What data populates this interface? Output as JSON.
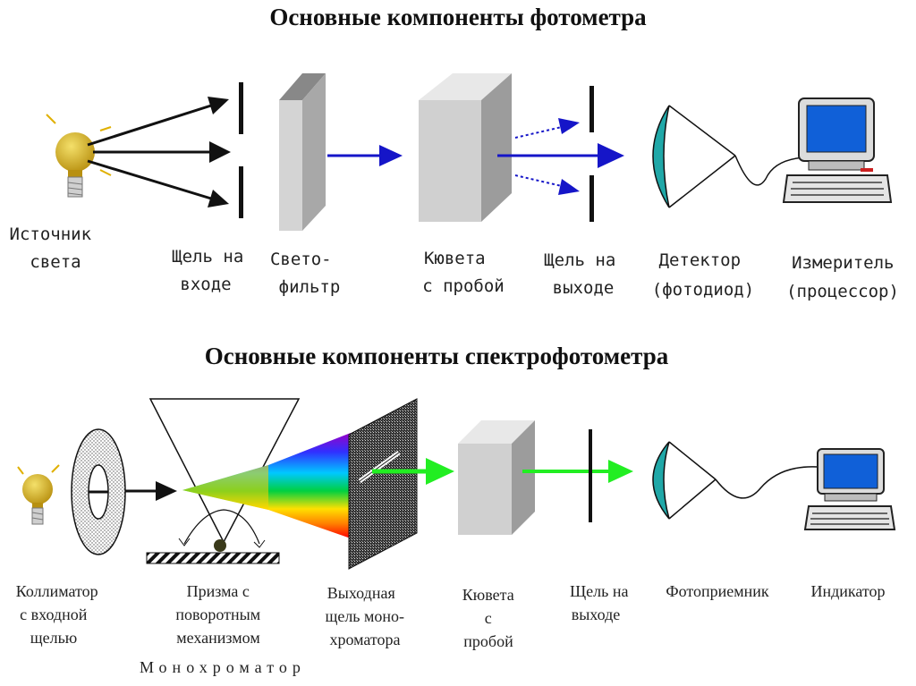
{
  "photometer": {
    "title": "Основные компоненты фотометра",
    "labels": {
      "source": [
        "Источник",
        "света"
      ],
      "entrance_slit": [
        "Щель на",
        "входе"
      ],
      "filter": [
        "Свето-",
        "фильтр"
      ],
      "cuvette": [
        "Кювета",
        "с пробой"
      ],
      "exit_slit": [
        "Щель на",
        "выходе"
      ],
      "detector": [
        "Детектор",
        "(фотодиод)"
      ],
      "meter": [
        "Измеритель",
        "(процессор)"
      ]
    }
  },
  "spectrophotometer": {
    "title": "Основные компоненты спектрофотометра",
    "labels": {
      "collimator": [
        "Коллиматор",
        "с входной",
        "щелью"
      ],
      "prism": [
        "Призма с",
        "поворотным",
        "механизмом"
      ],
      "mono_exit": [
        "Выходная",
        "щель моно-",
        "хроматора"
      ],
      "cuvette": [
        "Кювета",
        "с",
        "пробой"
      ],
      "exit_slit": [
        "Щель на",
        "выходе"
      ],
      "photoreceiver": [
        "Фотоприемник"
      ],
      "indicator": [
        "Индикатор"
      ],
      "monochromator": "Монохроматор"
    }
  },
  "colors": {
    "arrow_dark": "#111111",
    "arrow_blue": "#1515c8",
    "arrow_green": "#22ee22",
    "bulb": "#c8a818",
    "detector": "#20a8a8",
    "screen": "#1060d8",
    "cuvette_front": "#d0d0d0"
  }
}
